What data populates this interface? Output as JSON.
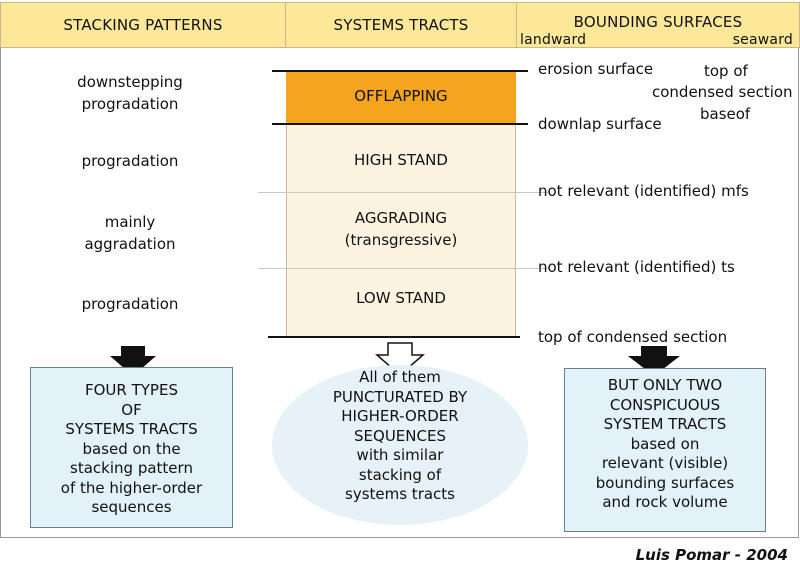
{
  "headers": {
    "stacking_patterns": "STACKING PATTERNS",
    "systems_tracts": "SYSTEMS TRACTS",
    "bounding_surfaces": "BOUNDING SURFACES",
    "landward": "landward",
    "seaward": "seaward"
  },
  "stacking": {
    "p1_line1": "downstepping",
    "p1_line2": "progradation",
    "p2": "progradation",
    "p3_line1": "mainly",
    "p3_line2": "aggradation",
    "p4": "progradation"
  },
  "tracts": {
    "offlapping": "OFFLAPPING",
    "high_stand": "HIGH STAND",
    "aggrading_line1": "AGGRADING",
    "aggrading_line2": "(transgressive)",
    "low_stand": "LOW STAND"
  },
  "surfaces": {
    "erosion": "erosion surface",
    "top_of": "top of",
    "condensed_section": "condensed section",
    "baseof": "baseof",
    "downlap": "downlap surface",
    "mfs": "not relevant (identified) mfs",
    "ts": "not relevant (identified) ts",
    "top_condensed": "top of condensed section"
  },
  "boxes": {
    "left": [
      "FOUR TYPES",
      "OF",
      "SYSTEMS TRACTS",
      "based on the",
      "stacking pattern",
      "of the higher-order",
      "sequences"
    ],
    "middle": [
      "All of them",
      "PUNCTURATED BY",
      "HIGHER-ORDER",
      "SEQUENCES",
      "with similar",
      "stacking of",
      "systems tracts"
    ],
    "right": [
      "BUT ONLY TWO",
      "CONSPICUOUS",
      "SYSTEM TRACTS",
      "based on",
      "relevant (visible)",
      "bounding surfaces",
      "and rock volume"
    ]
  },
  "credit": "Luis Pomar - 2004",
  "colors": {
    "header_bg": "#fde89a",
    "offlap_fill": "#f5a51d",
    "tract_fill": "#fdf3e1",
    "box_fill": "#e2f2f8",
    "ellipse_fill": "#e6f1f8"
  }
}
